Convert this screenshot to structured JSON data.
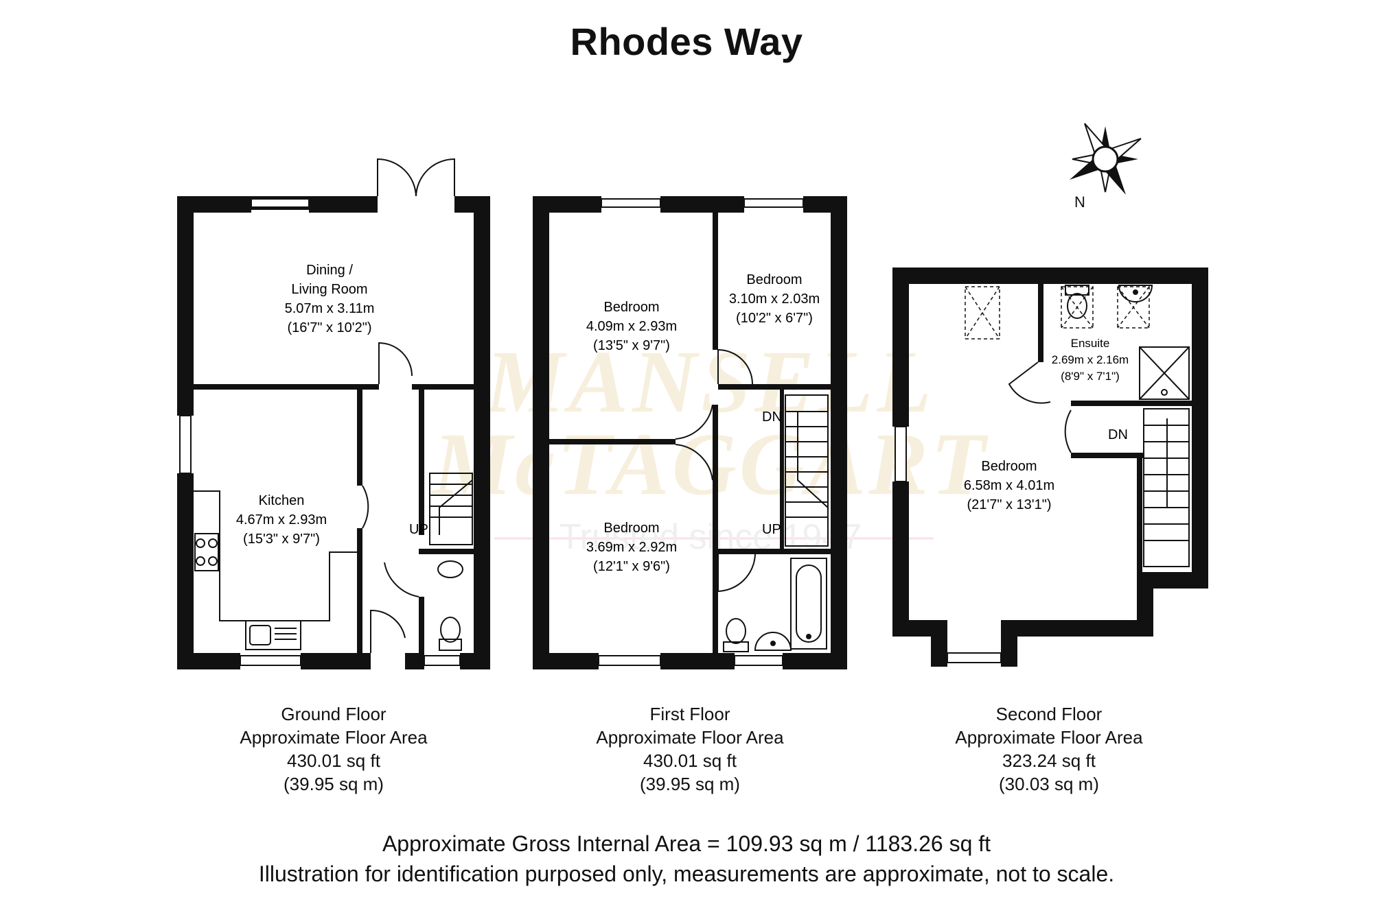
{
  "title": "Rhodes Way",
  "compass": {
    "label": "N",
    "icon": "compass-rose-icon"
  },
  "watermark": {
    "line1": "MANSELL",
    "line2": "McTAGGART",
    "tagline": "Trusted since 1947"
  },
  "floors": [
    {
      "name": "Ground Floor",
      "area_label": "Approximate Floor Area",
      "area_sqft": "430.01 sq ft",
      "area_sqm": "(39.95 sq m)",
      "rooms": [
        {
          "name": "Dining /",
          "name2": "Living Room",
          "metric": "5.07m x 3.11m",
          "imperial": "(16'7\" x 10'2\")"
        },
        {
          "name": "Kitchen",
          "metric": "4.67m x 2.93m",
          "imperial": "(15'3\" x 9'7\")"
        }
      ],
      "stairs_label": "UP"
    },
    {
      "name": "First Floor",
      "area_label": "Approximate Floor Area",
      "area_sqft": "430.01 sq ft",
      "area_sqm": "(39.95 sq m)",
      "rooms": [
        {
          "name": "Bedroom",
          "metric": "4.09m x 2.93m",
          "imperial": "(13'5\" x 9'7\")"
        },
        {
          "name": "Bedroom",
          "metric": "3.10m x 2.03m",
          "imperial": "(10'2\" x 6'7\")"
        },
        {
          "name": "Bedroom",
          "metric": "3.69m x 2.92m",
          "imperial": "(12'1\" x 9'6\")"
        }
      ],
      "stairs_down": "DN",
      "stairs_up": "UP"
    },
    {
      "name": "Second Floor",
      "area_label": "Approximate Floor Area",
      "area_sqft": "323.24 sq ft",
      "area_sqm": "(30.03 sq m)",
      "rooms": [
        {
          "name": "Ensuite",
          "metric": "2.69m x 2.16m",
          "imperial": "(8'9\" x 7'1\")"
        },
        {
          "name": "Bedroom",
          "metric": "6.58m x 4.01m",
          "imperial": "(21'7\" x 13'1\")"
        }
      ],
      "stairs_down": "DN"
    }
  ],
  "footer": {
    "gross_area": "Approximate Gross Internal Area = 109.93 sq m / 1183.26 sq ft",
    "disclaimer": "Illustration for identification purposed only, measurements are approximate, not to scale."
  }
}
